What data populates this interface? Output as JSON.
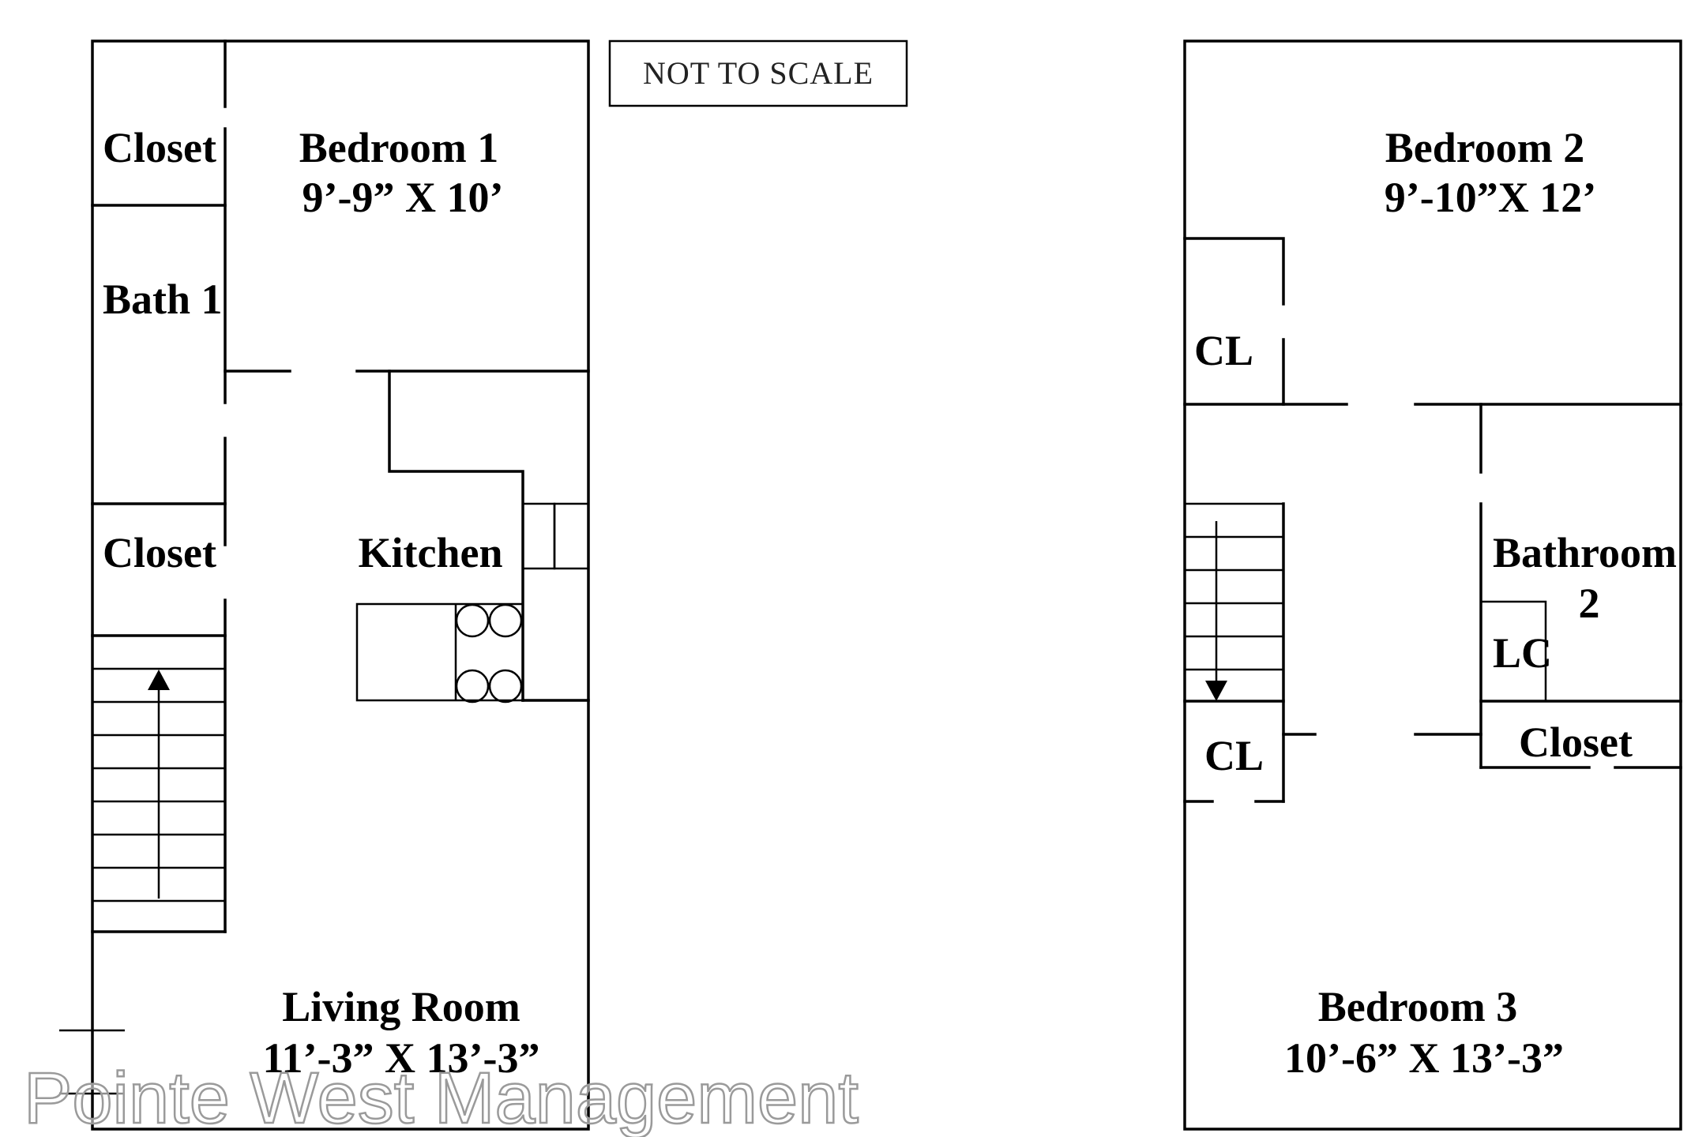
{
  "note": "NOT TO SCALE",
  "watermark": "Pointe West Management",
  "floor1": {
    "closet_top": "Closet",
    "bedroom1_name": "Bedroom 1",
    "bedroom1_dims": "9’-9” X 10’",
    "bath1": "Bath 1",
    "closet_mid": "Closet",
    "kitchen": "Kitchen",
    "living_name": "Living Room",
    "living_dims": "11’-3” X 13’-3”"
  },
  "floor2": {
    "bedroom2_name": "Bedroom 2",
    "bedroom2_dims": "9’-10”X 12’",
    "cl_top": "CL",
    "bathroom2_line1": "Bathroom",
    "bathroom2_line2": "2",
    "lc": "LC",
    "cl_bottom": "CL",
    "closet": "Closet",
    "bedroom3_name": "Bedroom 3",
    "bedroom3_dims": "10’-6” X 13’-3”"
  }
}
